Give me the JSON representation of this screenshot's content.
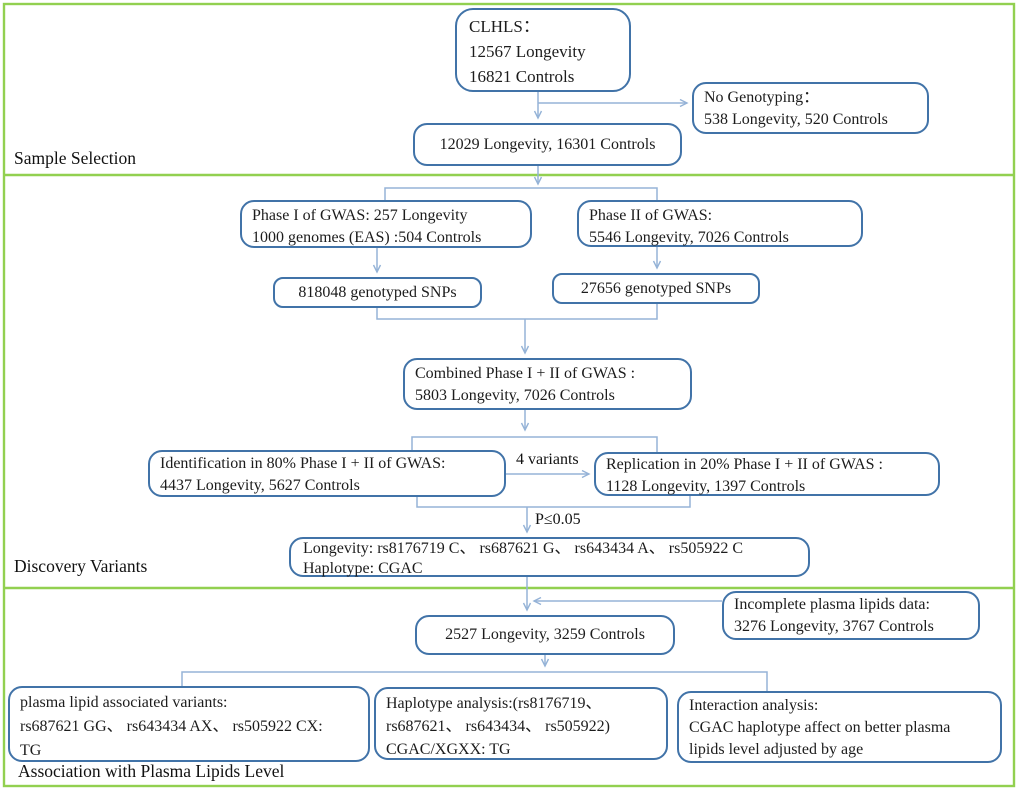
{
  "figure": {
    "type": "flowchart",
    "title": "GWAS longevity study design flowchart"
  },
  "sections": {
    "sample_selection": {
      "label": "Sample Selection"
    },
    "discovery_variants": {
      "label": "Discovery Variants"
    },
    "association": {
      "label": "Association with Plasma Lipids Level"
    }
  },
  "nodes": {
    "clhls": {
      "lines": [
        "CLHLS：",
        "12567 Longevity",
        "16821 Controls"
      ]
    },
    "no_genotyping": {
      "lines": [
        "No Genotyping：",
        "538 Longevity, 520 Controls"
      ]
    },
    "genotyped_sample": {
      "lines": [
        "12029 Longevity, 16301 Controls"
      ]
    },
    "phase1": {
      "lines": [
        "Phase I of GWAS: 257 Longevity",
        "1000 genomes (EAS) :504 Controls"
      ]
    },
    "phase2": {
      "lines": [
        "Phase II of GWAS:",
        "5546 Longevity, 7026 Controls"
      ]
    },
    "snps_phase1": {
      "lines": [
        "818048 genotyped SNPs"
      ]
    },
    "snps_phase2": {
      "lines": [
        "27656 genotyped SNPs"
      ]
    },
    "combined": {
      "lines": [
        "Combined Phase I + II of GWAS :",
        "5803 Longevity, 7026 Controls"
      ]
    },
    "identification": {
      "lines": [
        "Identification in 80% Phase I + II of GWAS:",
        "4437 Longevity, 5627 Controls"
      ]
    },
    "replication": {
      "lines": [
        "Replication in 20% Phase I + II of GWAS :",
        "1128 Longevity, 1397 Controls"
      ]
    },
    "discovery_result": {
      "lines": [
        "Longevity: rs8176719 C、 rs687621 G、 rs643434 A、 rs505922 C",
        "Haplotype: CGAC"
      ]
    },
    "lipids_sample": {
      "lines": [
        "2527 Longevity, 3259 Controls"
      ]
    },
    "incomplete_lipids": {
      "lines": [
        "Incomplete plasma lipids data:",
        "3276 Longevity, 3767 Controls"
      ]
    },
    "lipid_variants": {
      "lines": [
        "plasma lipid associated variants:",
        "rs687621 GG、 rs643434 AX、 rs505922 CX:",
        "TG"
      ]
    },
    "haplotype_analysis": {
      "lines": [
        "Haplotype analysis:(rs8176719、",
        "rs687621、 rs643434、 rs505922)",
        "CGAC/XGXX: TG"
      ]
    },
    "interaction_analysis": {
      "lines": [
        "Interaction analysis:",
        "CGAC haplotype affect on better plasma",
        "lipids level adjusted by age"
      ]
    }
  },
  "edge_labels": {
    "variants": "4 variants",
    "pvalue": "P≤0.05"
  },
  "colors": {
    "box_border": "#4173a8",
    "connector": "#95b3d7",
    "section_border": "#92d050",
    "text": "#1c1c1c"
  }
}
